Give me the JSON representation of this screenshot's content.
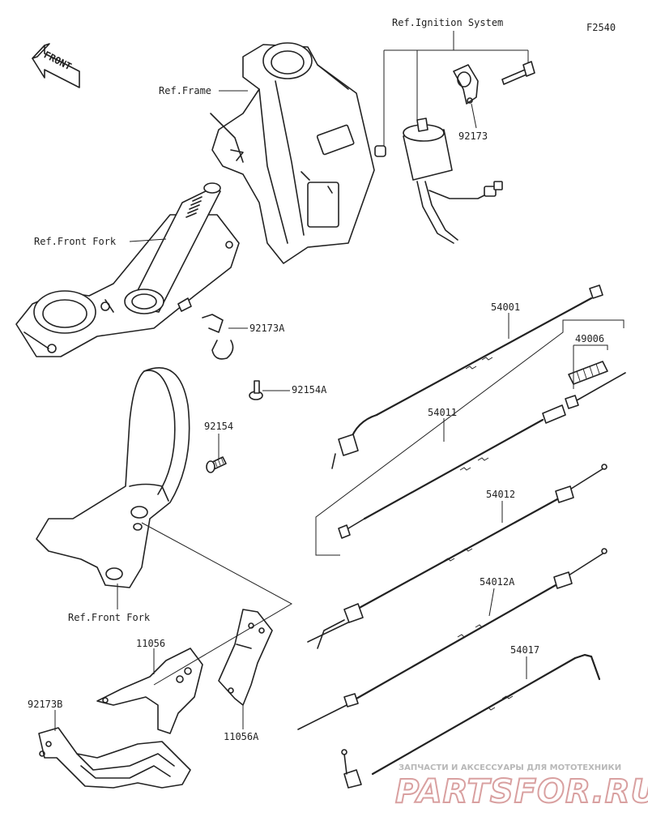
{
  "figure": {
    "code": "F2540",
    "front_arrow": "FRONT"
  },
  "references": {
    "ignition_system": "Ref.Ignition System",
    "frame": "Ref.Frame",
    "front_fork_upper": "Ref.Front Fork",
    "front_fork_lower": "Ref.Front Fork"
  },
  "parts": {
    "p92173": "92173",
    "p54001": "54001",
    "p49006": "49006",
    "p92173A": "92173A",
    "p92154A": "92154A",
    "p54011": "54011",
    "p92154": "92154",
    "p54012": "54012",
    "p54012A": "54012A",
    "p11056": "11056",
    "p54017": "54017",
    "p92173B": "92173B",
    "p11056A": "11056A"
  },
  "watermark": {
    "line1": "ЗАПЧАСТИ И АКСЕССУАРЫ ДЛЯ МОТОТЕХНИКИ",
    "line2": "PARTSFOR.RU"
  }
}
